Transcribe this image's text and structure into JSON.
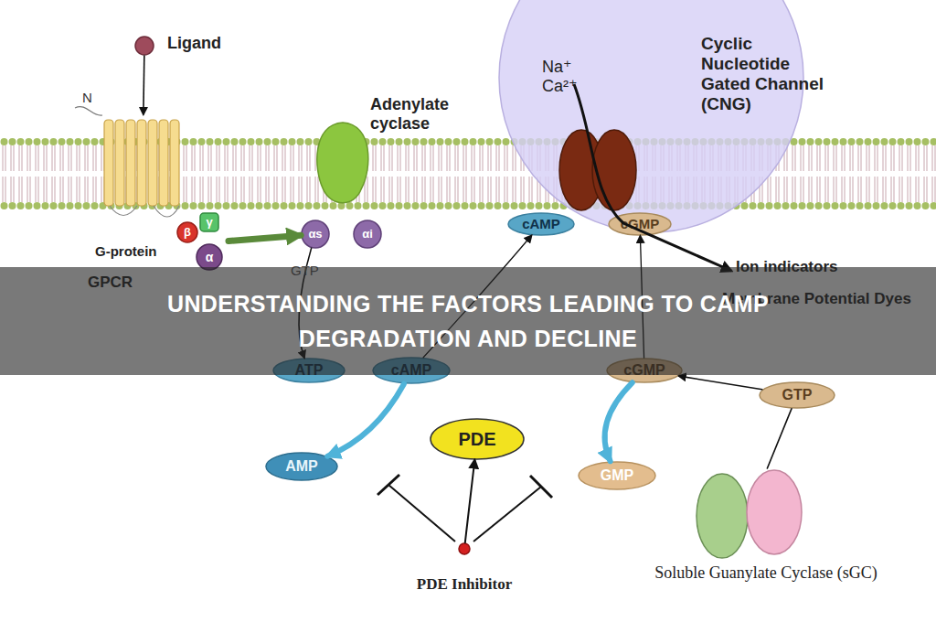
{
  "diagram": {
    "title": "UNDERSTANDING THE FACTORS LEADING TO CAMP DEGRADATION AND DECLINE",
    "nodes": [
      {
        "text": [
          "Ligand"
        ]
      },
      {
        "text": [
          "GPCR"
        ]
      },
      {
        "text": [
          "G-protein"
        ]
      },
      {
        "text": [
          "β"
        ],
        "in": 2
      },
      {
        "text": [
          "γ"
        ],
        "in": 2
      },
      {
        "text": [
          "α"
        ],
        "in": 2
      },
      {
        "text": [
          "Adenylate cyclase"
        ]
      },
      {
        "text": [
          "αs"
        ]
      },
      {
        "text": [
          "αi"
        ]
      },
      {
        "text": [
          "Na⁺ Ca²⁺",
          "Cyclic Nucleotide Gated Channel (CNG)"
        ]
      },
      {
        "text": [
          "cAMP"
        ]
      },
      {
        "text": [
          "cGMP"
        ]
      },
      {
        "text": [
          "ATP"
        ]
      },
      {
        "text": [
          "cAMP"
        ]
      },
      {
        "text": [
          "PDE"
        ]
      },
      {
        "text": [
          "AMP"
        ]
      },
      {
        "text": [
          "GMP"
        ]
      },
      {
        "text": [
          "cGMP"
        ]
      },
      {
        "text": [
          "GTP"
        ]
      },
      {
        "text": [
          "PDE Inhibitor"
        ]
      },
      {
        "text": [
          "Soluble Guanylate Cyclase (sGC)"
        ]
      }
    ],
    "edges": [
      {
        "from": 0,
        "to": 1,
        "arrow": "to"
      },
      {
        "from": 2,
        "to": 7,
        "arrow": "to"
      },
      {
        "from": 7,
        "to": 12,
        "arrow": "to"
      },
      {
        "from": 13,
        "to": 10,
        "arrow": "to"
      },
      {
        "from": 13,
        "to": 15,
        "arrow": "to"
      },
      {
        "from": 17,
        "to": 16,
        "arrow": "to"
      },
      {
        "from": 18,
        "to": 17,
        "arrow": "to"
      },
      {
        "from": 20,
        "to": 18,
        "arrow": "none"
      },
      {
        "from": 17,
        "to": 11,
        "arrow": "to"
      },
      {
        "from": 19,
        "to": 14,
        "arrow": "to"
      }
    ],
    "labels": [
      "N",
      "GTP",
      "Ion indicators",
      "Membrane Potential Dyes"
    ]
  }
}
